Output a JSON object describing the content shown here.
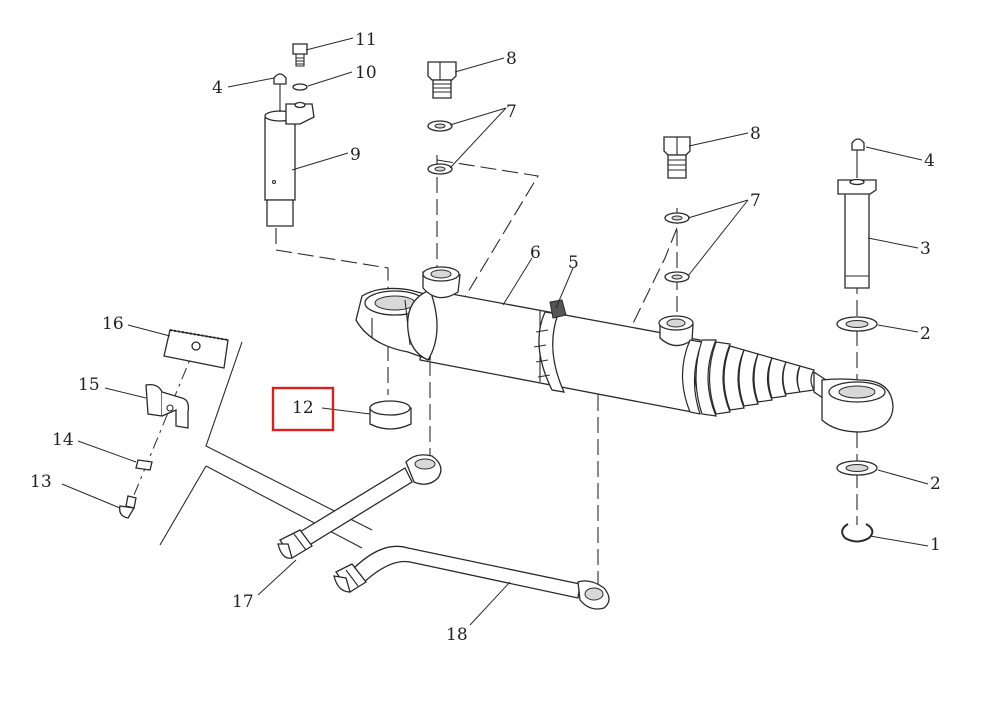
{
  "diagram": {
    "callouts": {
      "p1": "1",
      "p2a": "2",
      "p2b": "2",
      "p3": "3",
      "p4a": "4",
      "p4b": "4",
      "p5": "5",
      "p6": "6",
      "p7a": "7",
      "p7b": "7",
      "p8a": "8",
      "p8b": "8",
      "p9": "9",
      "p10": "10",
      "p11": "11",
      "p12": "12",
      "p13": "13",
      "p14": "14",
      "p15": "15",
      "p16": "16",
      "p17": "17",
      "p18": "18"
    },
    "highlighted_callout": "12",
    "highlight_color": "#e01e1e",
    "line_color": "#2a2a2a"
  }
}
